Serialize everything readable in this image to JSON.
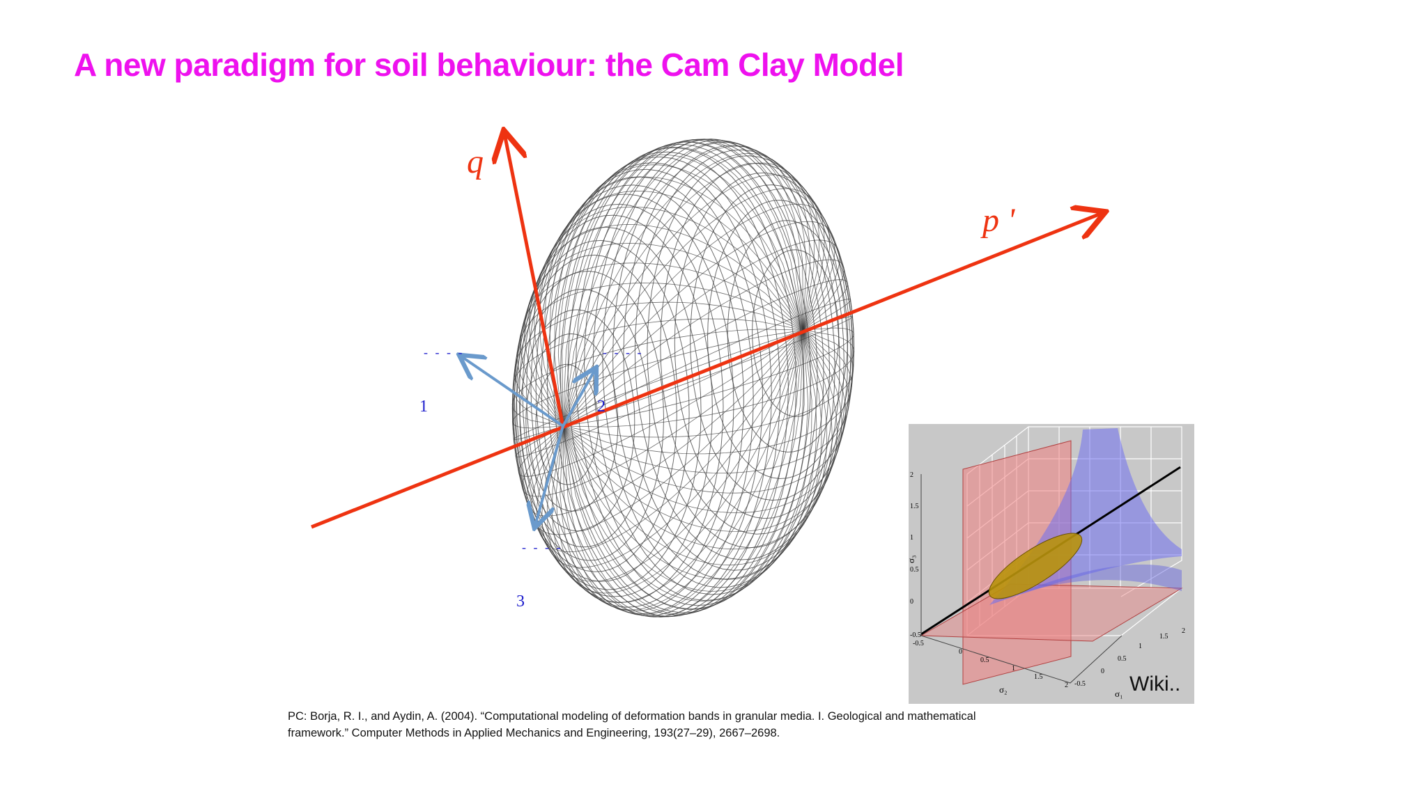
{
  "slide": {
    "title": "A new paradigm for soil behaviour: the Cam Clay Model",
    "title_color": "#ee11ee"
  },
  "figure": {
    "axis_q_label": "q",
    "axis_p_label": "p '",
    "axis_color": "#ee3311",
    "direction_color": "#6a9acc",
    "direction_label_color": "#1a1acc",
    "directions": [
      {
        "label": "1",
        "mark": "- - - -"
      },
      {
        "label": "2",
        "mark": "- - - -"
      },
      {
        "label": "3",
        "mark": "- - - -"
      }
    ],
    "mesh_color": "#3a3a3a"
  },
  "inset": {
    "z_ticks": [
      "2",
      "1.5",
      "1",
      "0.5",
      "0",
      "-0.5"
    ],
    "x_ticks": [
      "-0.5",
      "0",
      "0.5",
      "1",
      "1.5",
      "2"
    ],
    "y_ticks": [
      "-0.5",
      "0",
      "0.5",
      "1",
      "1.5",
      "2"
    ],
    "z_label": "σ₃",
    "x_label": "σ₂",
    "y_label": "σ₁",
    "caption": "Wiki.."
  },
  "citation": {
    "line1": "PC: Borja, R. I., and Aydin, A. (2004). “Computational modeling of deformation bands in granular media. I. Geological and mathematical",
    "line2": "framework.” Computer Methods in Applied Mechanics and Engineering, 193(27–29), 2667–2698."
  }
}
